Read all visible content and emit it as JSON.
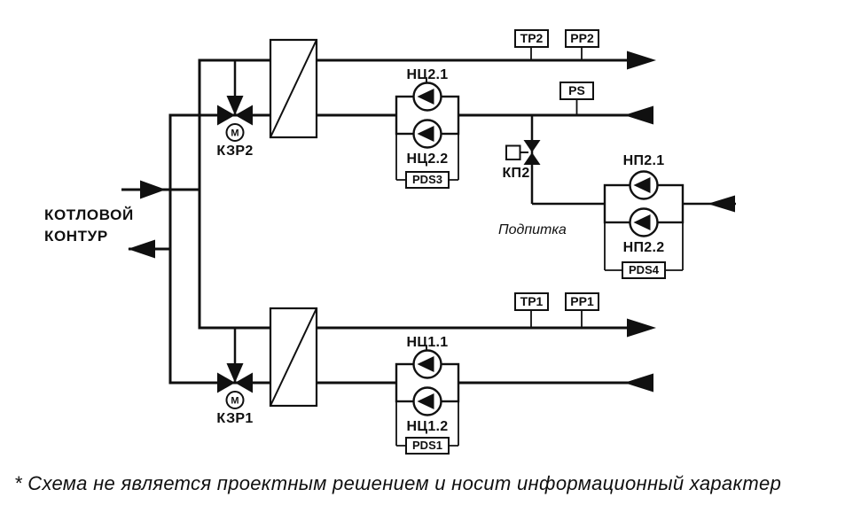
{
  "diagram": {
    "boiler_circuit": {
      "line1": "КОТЛОВОЙ",
      "line2": "КОНТУР"
    },
    "makeup_label": "Подпитка",
    "footnote": "* Схема не является проектным решением и носит информационный характер",
    "valves": {
      "kzr2": "КЗР2",
      "kzr1": "КЗР1",
      "kp2": "КП2",
      "motor": "М"
    },
    "pumps": {
      "nc21": "НЦ2.1",
      "nc22": "НЦ2.2",
      "nc11": "НЦ1.1",
      "nc12": "НЦ1.2",
      "np21": "НП2.1",
      "np22": "НП2.2"
    },
    "sensors": {
      "tp2": "ТР2",
      "pp2": "РР2",
      "ps": "PS",
      "tp1": "ТР1",
      "pp1": "РР1",
      "pds3": "PDS3",
      "pds4": "PDS4",
      "pds1": "PDS1"
    },
    "colors": {
      "line": "#101010",
      "background": "#ffffff"
    }
  }
}
